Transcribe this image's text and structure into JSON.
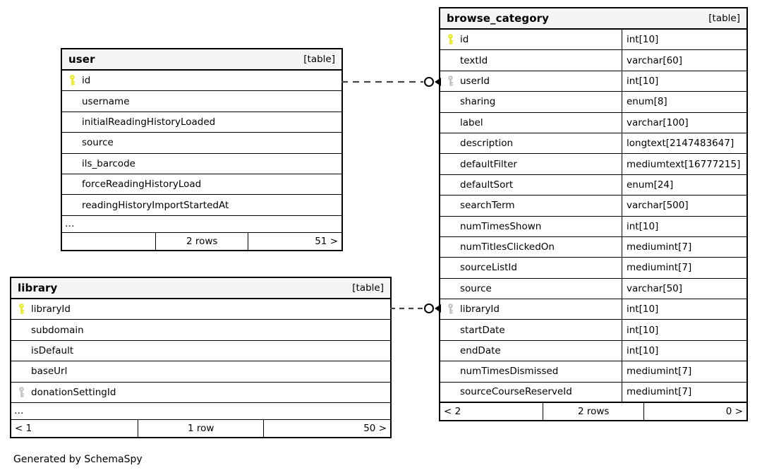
{
  "diagram": {
    "credit": "Generated by SchemaSpy",
    "table_tag": "[table]",
    "ellipsis": "…",
    "key_pk_color": "#e8e80b",
    "key_fk_color": "#c0c0c0"
  },
  "tables": [
    {
      "id": "user",
      "name": "user",
      "tag": "[table]",
      "has_type_column": false,
      "columns": [
        {
          "name": "id",
          "type": "",
          "key": "pk"
        },
        {
          "name": "username",
          "type": "",
          "key": "none"
        },
        {
          "name": "initialReadingHistoryLoaded",
          "type": "",
          "key": "none"
        },
        {
          "name": "source",
          "type": "",
          "key": "none"
        },
        {
          "name": "ils_barcode",
          "type": "",
          "key": "none"
        },
        {
          "name": "forceReadingHistoryLoad",
          "type": "",
          "key": "none"
        },
        {
          "name": "readingHistoryImportStartedAt",
          "type": "",
          "key": "none"
        }
      ],
      "truncated": true,
      "footer": {
        "prev": "",
        "rows": "2 rows",
        "next": "51 >"
      }
    },
    {
      "id": "library",
      "name": "library",
      "tag": "[table]",
      "has_type_column": false,
      "columns": [
        {
          "name": "libraryId",
          "type": "",
          "key": "pk"
        },
        {
          "name": "subdomain",
          "type": "",
          "key": "none"
        },
        {
          "name": "isDefault",
          "type": "",
          "key": "none"
        },
        {
          "name": "baseUrl",
          "type": "",
          "key": "none"
        },
        {
          "name": "donationSettingId",
          "type": "",
          "key": "fk"
        }
      ],
      "truncated": true,
      "footer": {
        "prev": "< 1",
        "rows": "1 row",
        "next": "50 >"
      }
    },
    {
      "id": "browse_category",
      "name": "browse_category",
      "tag": "[table]",
      "has_type_column": true,
      "columns": [
        {
          "name": "id",
          "type": "int[10]",
          "key": "pk"
        },
        {
          "name": "textId",
          "type": "varchar[60]",
          "key": "none"
        },
        {
          "name": "userId",
          "type": "int[10]",
          "key": "fk"
        },
        {
          "name": "sharing",
          "type": "enum[8]",
          "key": "none"
        },
        {
          "name": "label",
          "type": "varchar[100]",
          "key": "none"
        },
        {
          "name": "description",
          "type": "longtext[2147483647]",
          "key": "none"
        },
        {
          "name": "defaultFilter",
          "type": "mediumtext[16777215]",
          "key": "none"
        },
        {
          "name": "defaultSort",
          "type": "enum[24]",
          "key": "none"
        },
        {
          "name": "searchTerm",
          "type": "varchar[500]",
          "key": "none"
        },
        {
          "name": "numTimesShown",
          "type": "int[10]",
          "key": "none"
        },
        {
          "name": "numTitlesClickedOn",
          "type": "mediumint[7]",
          "key": "none"
        },
        {
          "name": "sourceListId",
          "type": "mediumint[7]",
          "key": "none"
        },
        {
          "name": "source",
          "type": "varchar[50]",
          "key": "none"
        },
        {
          "name": "libraryId",
          "type": "int[10]",
          "key": "fk"
        },
        {
          "name": "startDate",
          "type": "int[10]",
          "key": "none"
        },
        {
          "name": "endDate",
          "type": "int[10]",
          "key": "none"
        },
        {
          "name": "numTimesDismissed",
          "type": "mediumint[7]",
          "key": "none"
        },
        {
          "name": "sourceCourseReserveId",
          "type": "mediumint[7]",
          "key": "none"
        }
      ],
      "truncated": false,
      "footer": {
        "prev": "< 2",
        "rows": "2 rows",
        "next": "0 >"
      }
    }
  ],
  "relationships": [
    {
      "from": "user.id",
      "to": "browse_category.userId"
    },
    {
      "from": "library.libraryId",
      "to": "browse_category.libraryId"
    }
  ]
}
